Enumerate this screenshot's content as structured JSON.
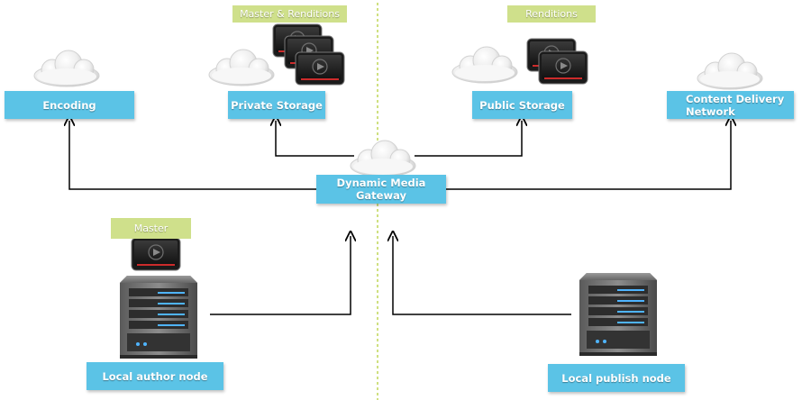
{
  "diagram": {
    "nodes": {
      "encoding": "Encoding",
      "private_storage": "Private Storage",
      "public_storage": "Public Storage",
      "cdn_line1": "Content Delivery",
      "cdn_line2": "Network",
      "gateway_line1": "Dynamic Media",
      "gateway_line2": "Gateway",
      "author": "Local author node",
      "publish": "Local publish node"
    },
    "tags": {
      "master_renditions": "Master & Renditions",
      "renditions": "Renditions",
      "master": "Master"
    }
  },
  "colors": {
    "node_fill": "#5bc3e6",
    "tag_fill": "#cfe08b",
    "divider": "#b5cf3c",
    "connector": "#000000"
  },
  "icons": [
    "cloud-icon",
    "video-thumbnail-icon",
    "server-icon"
  ]
}
